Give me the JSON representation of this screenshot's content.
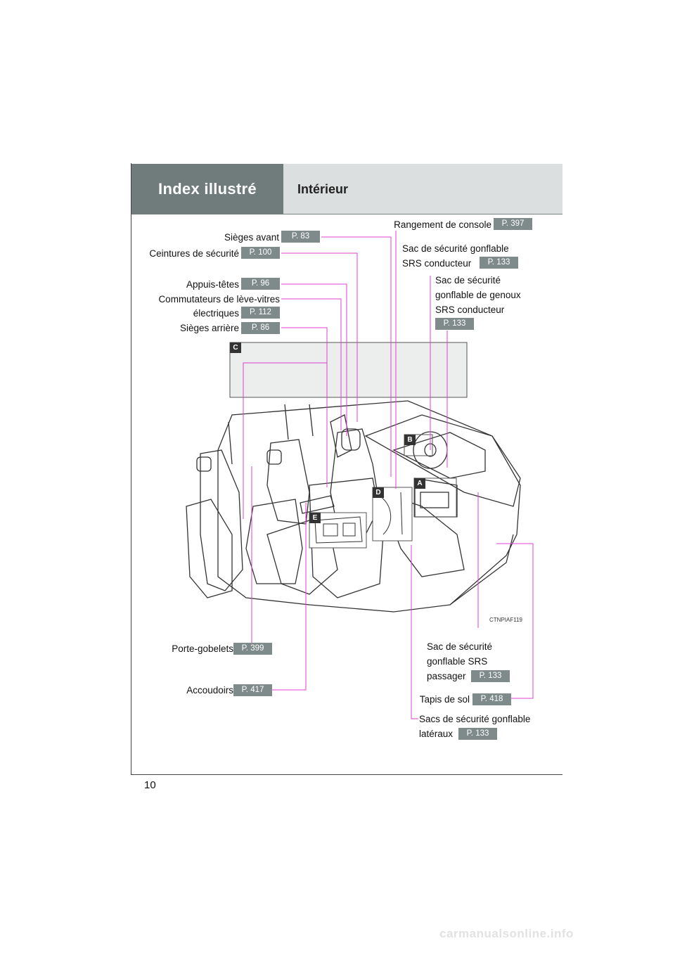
{
  "header": {
    "section": "Index illustré",
    "title": "Intérieur"
  },
  "page_number": "10",
  "figure_code": "CTNPIAF119",
  "watermark": "carmanualsonline.info",
  "markers": [
    "A",
    "B",
    "C",
    "D",
    "E"
  ],
  "callouts": {
    "sieges_avant": {
      "label": "Sièges avant",
      "page": "P. 83"
    },
    "ceintures": {
      "label": "Ceintures de sécurité",
      "page": "P. 100"
    },
    "appuis_tetes": {
      "label": "Appuis-têtes",
      "page": "P. 96"
    },
    "commutateurs": {
      "line1": "Commutateurs de lève-vitres",
      "line2": "électriques",
      "page": "P. 112"
    },
    "sieges_arriere": {
      "label": "Sièges arrière",
      "page": "P. 86"
    },
    "rangement": {
      "label": "Rangement de console",
      "page": "P. 397"
    },
    "airbag_conducteur": {
      "line1": "Sac de sécurité gonflable",
      "line2": "SRS conducteur",
      "page": "P. 133"
    },
    "airbag_genoux": {
      "line1": "Sac de sécurité",
      "line2": "gonflable de genoux",
      "line3": "SRS conducteur",
      "page": "P. 133"
    },
    "porte_gobelets": {
      "label": "Porte-gobelets",
      "page": "P. 399"
    },
    "accoudoirs": {
      "label": "Accoudoirs",
      "page": "P. 417"
    },
    "airbag_passager": {
      "line1": "Sac de sécurité",
      "line2": "gonflable SRS",
      "line3": "passager",
      "page": "P. 133"
    },
    "tapis": {
      "label": "Tapis de sol",
      "page": "P. 418"
    },
    "airbags_lateraux": {
      "line1": "Sacs de sécurité gonflable",
      "line2": "latéraux",
      "page": "P. 133"
    }
  },
  "colors": {
    "callout_line": "#e040d0",
    "badge": "#7f8a8a",
    "header_dark": "#707b7c",
    "header_light": "#dcdfdf"
  }
}
